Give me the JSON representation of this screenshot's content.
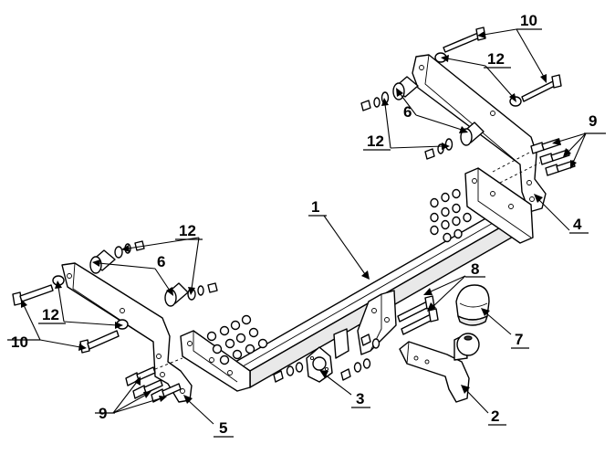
{
  "callouts": [
    {
      "id": "1",
      "text": "1"
    },
    {
      "id": "2",
      "text": "2"
    },
    {
      "id": "3",
      "text": "3"
    },
    {
      "id": "4",
      "text": "4"
    },
    {
      "id": "5",
      "text": "5"
    },
    {
      "id": "6a",
      "text": "6"
    },
    {
      "id": "6b",
      "text": "6"
    },
    {
      "id": "7",
      "text": "7"
    },
    {
      "id": "8",
      "text": "8"
    },
    {
      "id": "9a",
      "text": "9"
    },
    {
      "id": "9b",
      "text": "9"
    },
    {
      "id": "10a",
      "text": "10"
    },
    {
      "id": "10b",
      "text": "10"
    },
    {
      "id": "12a",
      "text": "12"
    },
    {
      "id": "12b",
      "text": "12"
    },
    {
      "id": "12c",
      "text": "12"
    },
    {
      "id": "12d",
      "text": "12"
    }
  ],
  "colors": {
    "line": "#000000",
    "background": "#ffffff",
    "shade": "#e9e9e9"
  }
}
